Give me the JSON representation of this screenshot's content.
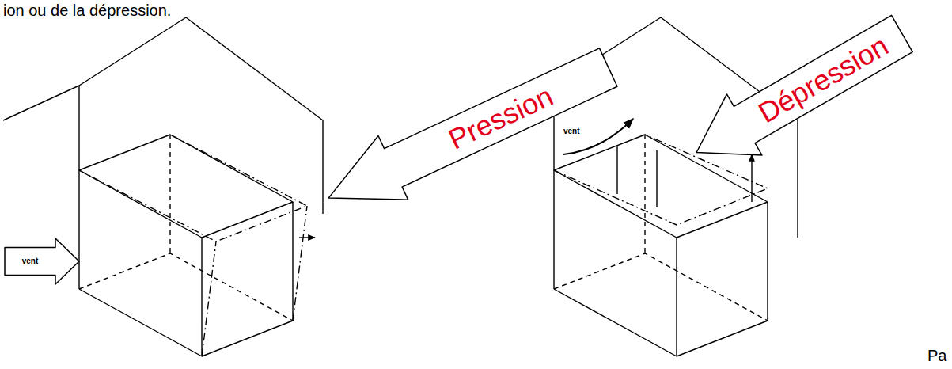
{
  "diagram": {
    "nodes": [
      {
        "text": [
          "vent"
        ]
      },
      {
        "text": [
          "Pression"
        ]
      },
      {
        "text": [
          "Dépression"
        ]
      }
    ],
    "labels": [
      "ion ou de la dépression.",
      "vent",
      "Pa"
    ]
  }
}
